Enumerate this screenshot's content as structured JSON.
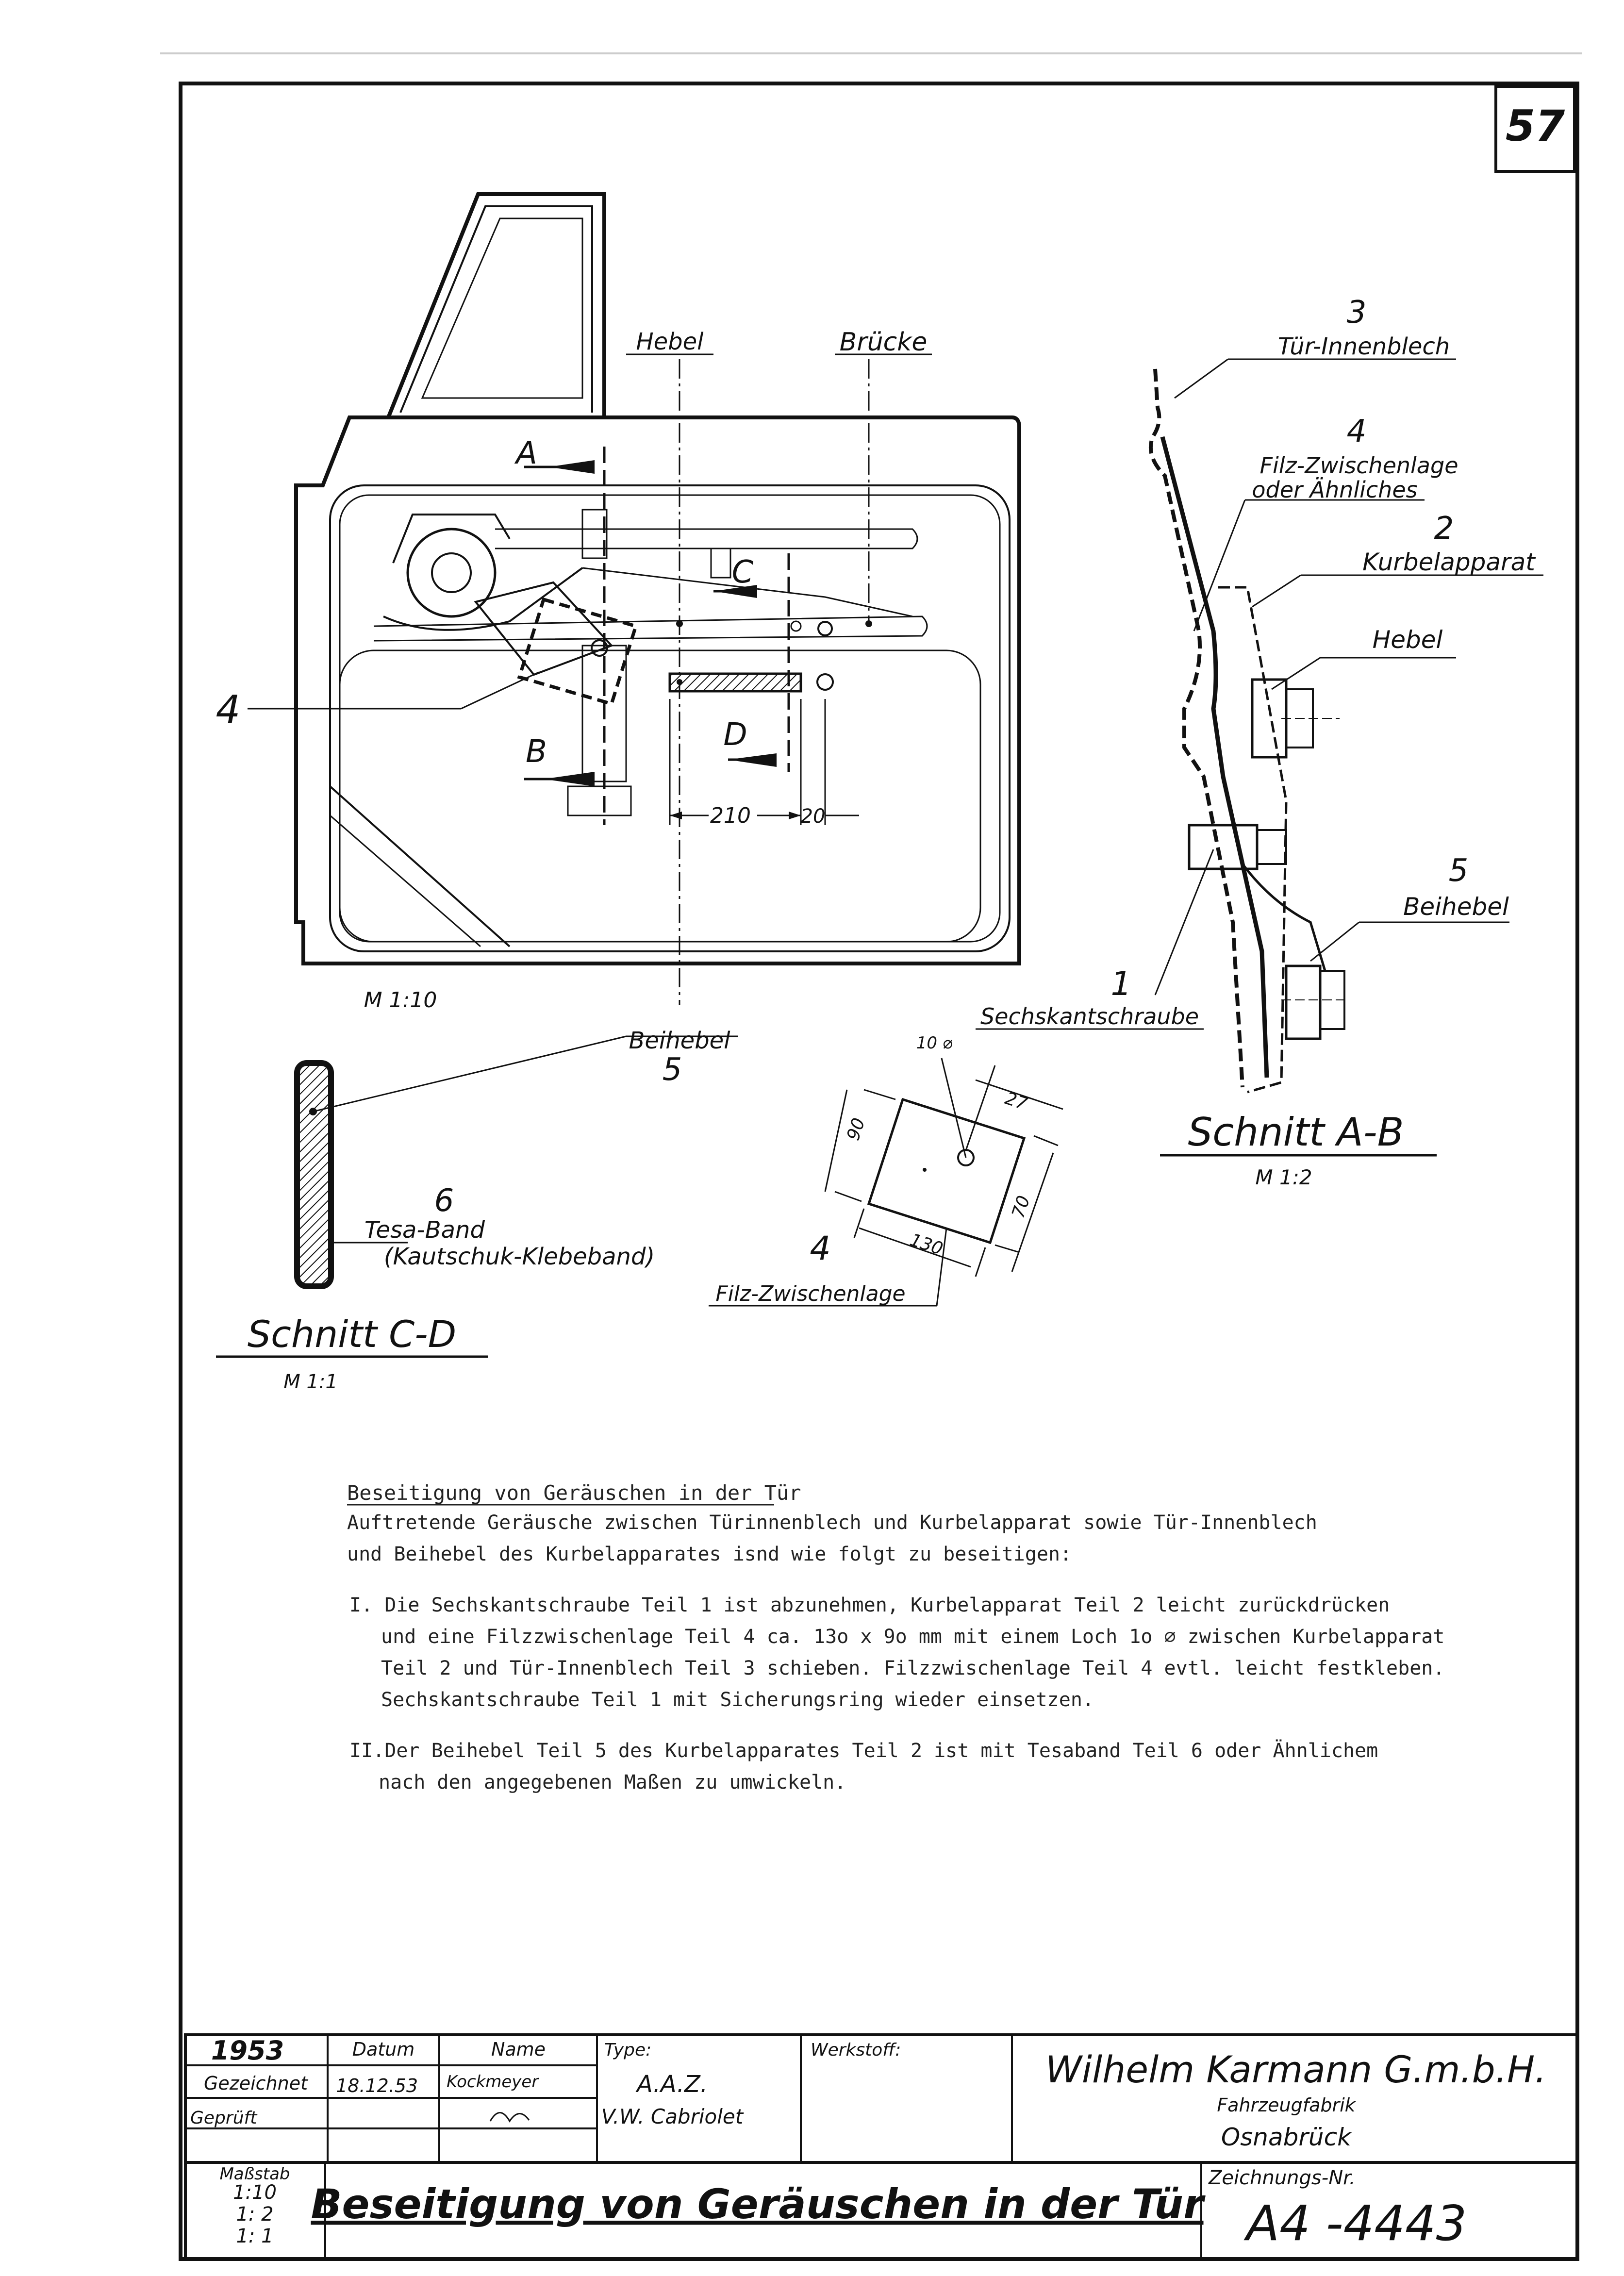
{
  "sheet_number": "57",
  "labels": {
    "hebel_top": "Hebel",
    "bruecke": "Brücke",
    "section_A": "A",
    "section_B": "B",
    "section_C": "C",
    "section_D": "D",
    "dim_210": "210",
    "dim_20": "20",
    "part4_left": "4",
    "scale_door": "M 1:10",
    "beihebel_label": "Beihebel",
    "beihebel_num": "5",
    "part3_num": "3",
    "part3_name": "Tür-Innenblech",
    "part4_num": "4",
    "part4_name_1": "Filz-Zwischenlage",
    "part4_name_2": "oder Ähnliches",
    "part2_num": "2",
    "part2_name": "Kurbelapparat",
    "hebel_right": "Hebel",
    "part5_num": "5",
    "part5_name": "Beihebel",
    "part1_num": "1",
    "part1_name": "Sechskantschraube",
    "schnitt_ab": "Schnitt A-B",
    "scale_ab": "M 1:2",
    "part6_num": "6",
    "part6_name_1": "Tesa-Band",
    "part6_name_2": "(Kautschuk-Klebeband)",
    "schnitt_cd": "Schnitt C-D",
    "scale_cd": "M 1:1",
    "felt_hole": "10 ⌀",
    "felt_dim_90": "90",
    "felt_dim_27": "27",
    "felt_dim_130": "130",
    "felt_dim_70": "70",
    "felt_part_num": "4",
    "felt_part_name": "Filz-Zwischenlage"
  },
  "notes": {
    "heading": "Beseitigung von Geräuschen in der Tür",
    "lines": [
      "Auftretende Geräusche zwischen Türinnenblech und Kurbelapparat sowie Tür-Innenblech",
      "und Beihebel des Kurbelapparates isnd wie folgt zu beseitigen:"
    ],
    "item1": [
      "I. Die Sechskantschraube Teil 1 ist abzunehmen, Kurbelapparat Teil 2 leicht zurückdrücken",
      "und eine Filzzwischenlage Teil 4 ca. 13o x 9o mm mit einem Loch 1o ⌀  zwischen Kurbelapparat",
      "Teil 2 und Tür-Innenblech Teil 3 schieben. Filzzwischenlage Teil 4 evtl. leicht festkleben.",
      "Sechskantschraube Teil 1 mit Sicherungsring wieder einsetzen."
    ],
    "item2": [
      "II.Der Beihebel Teil 5 des Kurbelapparates Teil 2 ist mit Tesaband Teil 6 oder Ähnlichem",
      "nach den angegebenen Maßen zu umwickeln."
    ]
  },
  "title_block": {
    "year": "1953",
    "datum_hdr": "Datum",
    "name_hdr": "Name",
    "type_hdr": "Type:",
    "type_1": "A.A.Z.",
    "type_2": "V.W. Cabriolet",
    "werkstoff_hdr": "Werkstoff:",
    "company": "Wilhelm Karmann G.m.b.H.",
    "company_sub": "Fahrzeugfabrik",
    "city": "Osnabrück",
    "gezeichnet": "Gezeichnet",
    "gezeichnet_date": "18.12.53",
    "gezeichnet_sig": "Kockmeyer",
    "geprueft": "Geprüft",
    "massstab": "Maßstab",
    "scales": [
      "1:10",
      "1: 2",
      "1: 1"
    ],
    "title": "Beseitigung von Geräuschen in der Tür",
    "zeichnung_hdr": "Zeichnungs-Nr.",
    "zeichnung_nr": "A4 -4443"
  }
}
